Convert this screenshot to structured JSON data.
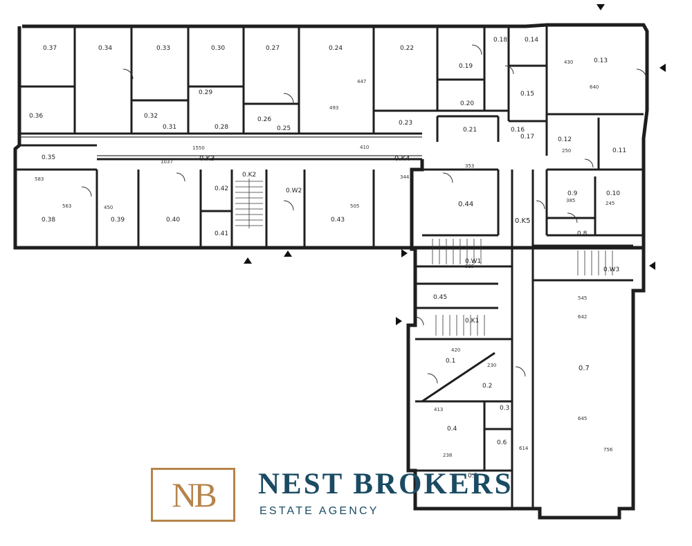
{
  "brand": {
    "monogram": "NB",
    "name": "NEST BROKERS",
    "tagline": "ESTATE AGENCY",
    "colors": {
      "gold": "#b5844a",
      "navy": "#1b4b63"
    }
  },
  "rooms": [
    {
      "label": "0.37"
    },
    {
      "label": "0.34"
    },
    {
      "label": "0.33"
    },
    {
      "label": "0.30"
    },
    {
      "label": "0.27"
    },
    {
      "label": "0.24"
    },
    {
      "label": "0.22"
    },
    {
      "label": "0.19"
    },
    {
      "label": "0.18"
    },
    {
      "label": "0.14"
    },
    {
      "label": "0.13"
    },
    {
      "label": "0.36"
    },
    {
      "label": "0.32"
    },
    {
      "label": "0.31"
    },
    {
      "label": "0.29"
    },
    {
      "label": "0.28"
    },
    {
      "label": "0.26"
    },
    {
      "label": "0.25"
    },
    {
      "label": "0.23"
    },
    {
      "label": "0.20"
    },
    {
      "label": "0.15"
    },
    {
      "label": "0.21"
    },
    {
      "label": "0.16"
    },
    {
      "label": "0.17"
    },
    {
      "label": "0.12"
    },
    {
      "label": "0.11"
    },
    {
      "label": "0.35"
    },
    {
      "label": "0.K3"
    },
    {
      "label": "0.K4"
    },
    {
      "label": "0.K2"
    },
    {
      "label": "0.W2"
    },
    {
      "label": "0.42"
    },
    {
      "label": "0.38"
    },
    {
      "label": "0.39"
    },
    {
      "label": "0.40"
    },
    {
      "label": "0.41"
    },
    {
      "label": "0.43"
    },
    {
      "label": "0.44"
    },
    {
      "label": "0.K5"
    },
    {
      "label": "0.9"
    },
    {
      "label": "0.10"
    },
    {
      "label": "0.8"
    },
    {
      "label": "0.W1"
    },
    {
      "label": "0.W3"
    },
    {
      "label": "0.45"
    },
    {
      "label": "0.K1"
    },
    {
      "label": "0.1"
    },
    {
      "label": "0.2"
    },
    {
      "label": "0.3"
    },
    {
      "label": "0.4"
    },
    {
      "label": "0.6"
    },
    {
      "label": "0.5"
    },
    {
      "label": "0.7"
    }
  ],
  "dimensions": [
    "1550",
    "1037",
    "344",
    "353",
    "642",
    "645",
    "420",
    "413",
    "493",
    "447",
    "430",
    "640",
    "583",
    "563",
    "450",
    "505",
    "410",
    "250",
    "385",
    "245",
    "325",
    "230",
    "238",
    "614",
    "756",
    "545"
  ]
}
